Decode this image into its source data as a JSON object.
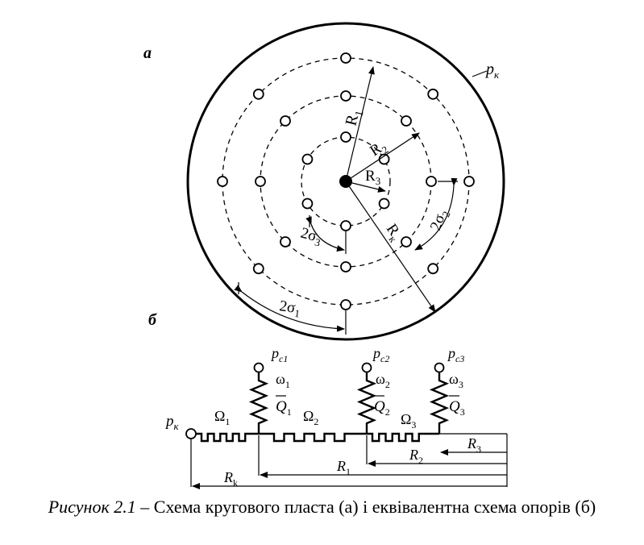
{
  "panel_a": {
    "label": "а",
    "pk": {
      "main": "p",
      "sub": "к"
    },
    "radii": [
      {
        "main": "R",
        "sub": "1"
      },
      {
        "main": "R",
        "sub": "2"
      },
      {
        "main": "R",
        "sub": "3"
      },
      {
        "main": "R",
        "sub": "к"
      }
    ],
    "spacings": [
      {
        "main": "2σ",
        "sub": "1"
      },
      {
        "main": "2σ",
        "sub": "2"
      },
      {
        "main": "2σ",
        "sub": "3"
      }
    ]
  },
  "panel_b": {
    "label": "б",
    "pk": {
      "main": "p",
      "sub": "к"
    },
    "wells": [
      {
        "p_main": "p",
        "p_sub": "c1",
        "omega_main": "ω",
        "omega_sub": "1",
        "q_main": "Q",
        "q_sub": "1"
      },
      {
        "p_main": "p",
        "p_sub": "c2",
        "omega_main": "ω",
        "omega_sub": "2",
        "q_main": "Q",
        "q_sub": "2"
      },
      {
        "p_main": "p",
        "p_sub": "c3",
        "omega_main": "ω",
        "omega_sub": "3",
        "q_main": "Q",
        "q_sub": "3"
      }
    ],
    "omegas": [
      {
        "main": "Ω",
        "sub": "1"
      },
      {
        "main": "Ω",
        "sub": "2"
      },
      {
        "main": "Ω",
        "sub": "3"
      }
    ],
    "dims": [
      {
        "main": "R",
        "sub": "3"
      },
      {
        "main": "R",
        "sub": "2"
      },
      {
        "main": "R",
        "sub": "1"
      },
      {
        "main": "R",
        "sub": "k"
      }
    ]
  },
  "caption": {
    "lead": "Рисунок 2.1",
    "text": " – Схема кругового пласта (а) і еквівалентна схема опорів (б)"
  }
}
